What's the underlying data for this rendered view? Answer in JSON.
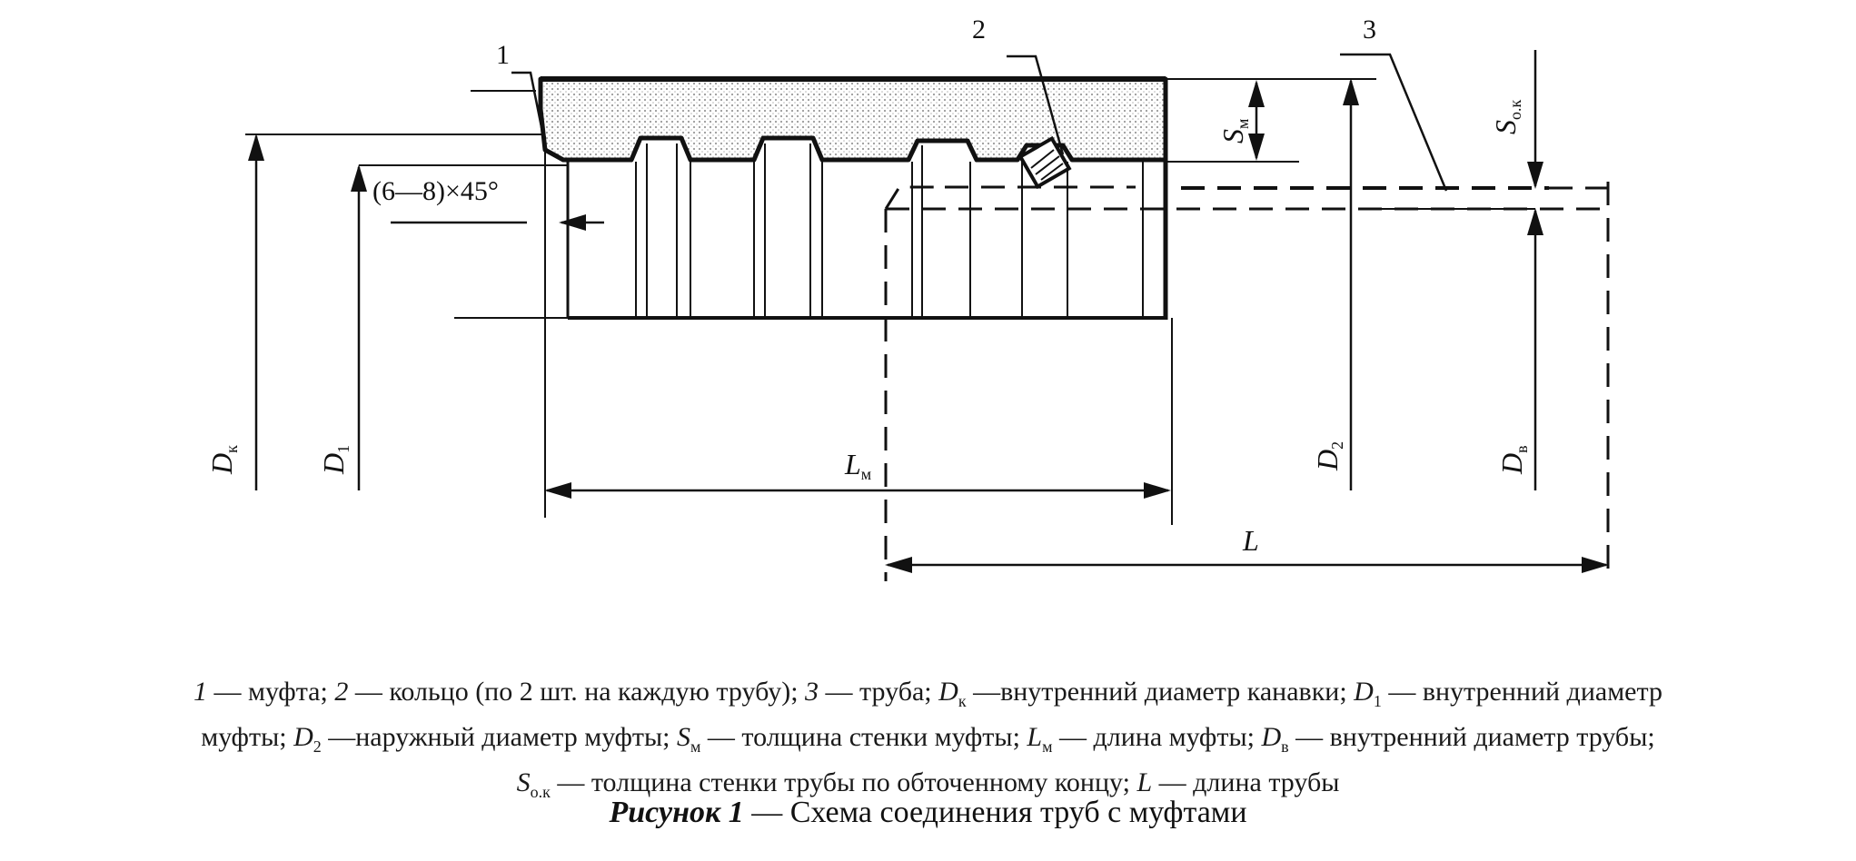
{
  "callouts": {
    "c1": "1",
    "c2": "2",
    "c3": "3"
  },
  "chamfer": "(6—8)×45°",
  "dims": {
    "Dk": {
      "sym": "D",
      "sub": "к"
    },
    "D1": {
      "sym": "D",
      "sub": "1"
    },
    "D2": {
      "sym": "D",
      "sub": "2"
    },
    "Db": {
      "sym": "D",
      "sub": "в"
    },
    "Sm": {
      "sym": "S",
      "sub": "м"
    },
    "Sok": {
      "sym": "S",
      "sub": "о.к"
    },
    "Lm": {
      "sym": "L",
      "sub": "м"
    },
    "L": {
      "sym": "L"
    }
  },
  "legend": {
    "n1": "1",
    "t1": " — муфта; ",
    "n2": "2",
    "t2": " — кольцо (по 2 шт. на каждую трубу); ",
    "n3": "3",
    "t3": " — труба; ",
    "Dk_sym": "D",
    "Dk_sub": "к",
    "Dk_txt": " —внутренний диаметр канавки; ",
    "D1_sym": "D",
    "D1_sub": "1",
    "D1_txt": " — внутренний диаметр",
    "line2_start": "муфты; ",
    "D2_sym": "D",
    "D2_sub": "2",
    "D2_txt": " —наружный диаметр муфты; ",
    "Sm_sym": "S",
    "Sm_sub": "м",
    "Sm_txt": " — толщина стенки муфты; ",
    "Lm_sym": "L",
    "Lm_sub": "м",
    "Lm_txt": " — длина муфты; ",
    "Db_sym": "D",
    "Db_sub": "в",
    "Db_txt": " — внутренний диаметр трубы;",
    "Sok_sym": "S",
    "Sok_sub": "о.к",
    "Sok_txt": " — толщина стенки трубы по обточенному концу; ",
    "L_sym": "L",
    "L_txt": " — длина трубы"
  },
  "figure": {
    "label": "Рисунок 1",
    "text": " — Схема соединения труб с муфтами"
  },
  "colors": {
    "ink": "#111111",
    "hatch": "#bdbdbd"
  }
}
